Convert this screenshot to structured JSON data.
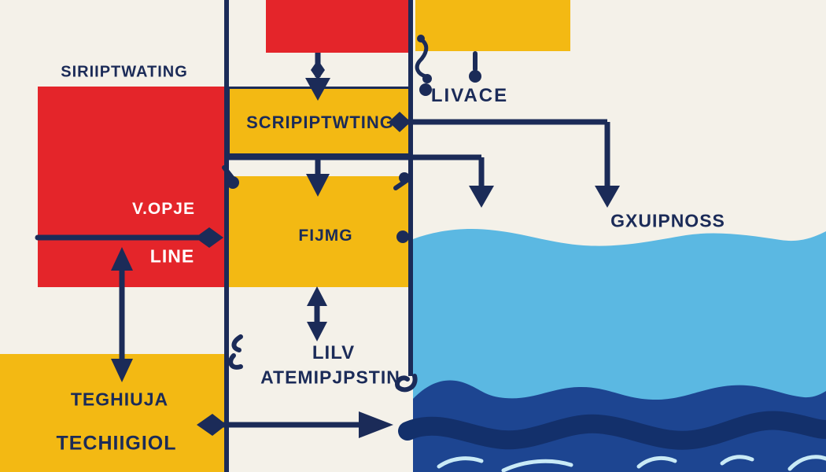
{
  "labels": {
    "siriiptwating": "SIRIIPTWATING",
    "scripting_box": "SCRIPIPTWTING",
    "livace": "LIVACE",
    "vopje": "V.OPJE",
    "line": "LINE",
    "fijmg": "FIJMG",
    "gxuipnoss": "GXUIPNOSS",
    "lilv": "LILV",
    "atemipjpstin": "ATEMIPJPSTIN",
    "teghiuja": "TEGHIUJA",
    "techiigiol": "TECHIIGIOL"
  },
  "colors": {
    "background": "#F4F1E9",
    "red": "#E4252A",
    "yellow": "#F3B913",
    "navy": "#1B2B58",
    "sea_light": "#5BB8E2",
    "sea_dark": "#1D4591",
    "sea_darker": "#13306B",
    "foam": "#C9EAF6",
    "text_on_red": "#FFFFFF"
  }
}
